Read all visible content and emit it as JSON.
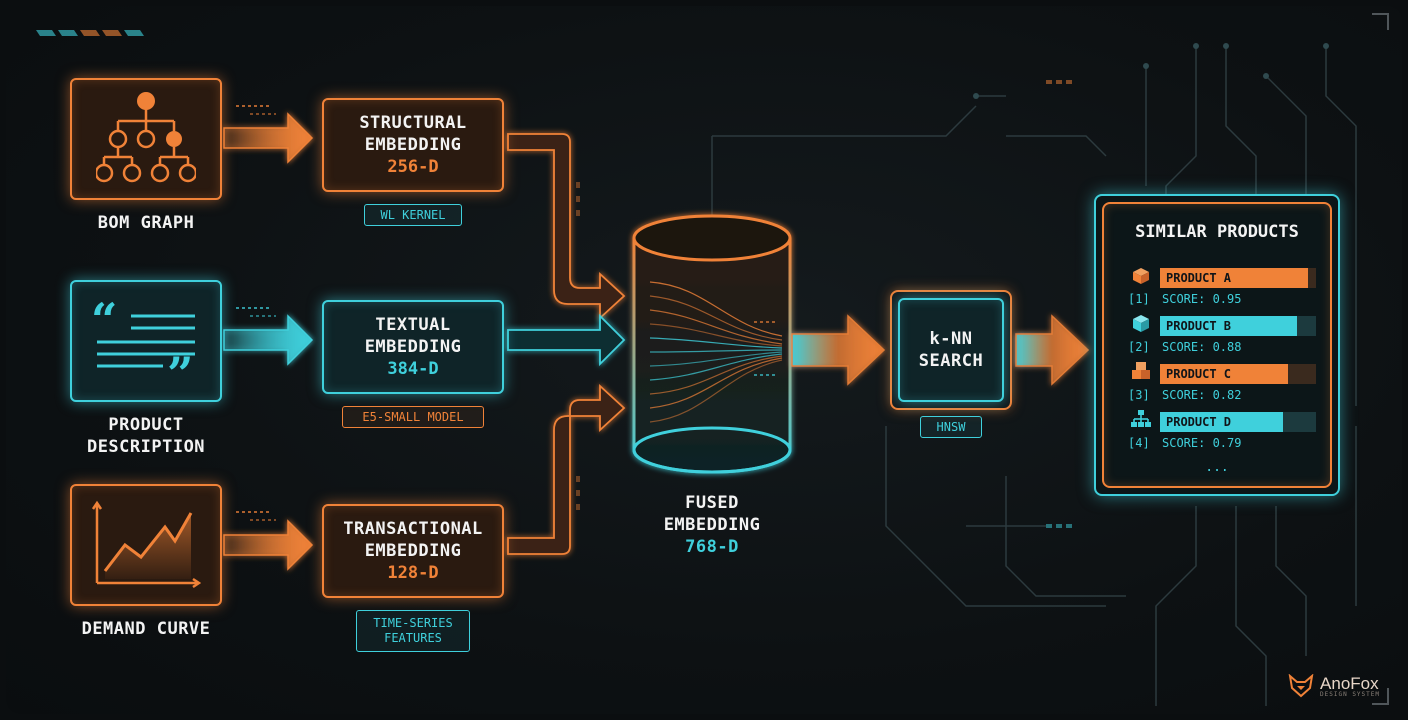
{
  "inputs": {
    "bom": {
      "label": "BOM GRAPH",
      "icon": "tree-hierarchy-icon"
    },
    "description": {
      "label": "PRODUCT DESCRIPTION",
      "icon": "quote-text-icon"
    },
    "demand": {
      "label": "DEMAND CURVE",
      "icon": "line-chart-icon"
    }
  },
  "embeddings": {
    "structural": {
      "title_line1": "STRUCTURAL",
      "title_line2": "EMBEDDING",
      "dim": "256-D",
      "tag": "WL KERNEL"
    },
    "textual": {
      "title_line1": "TEXTUAL",
      "title_line2": "EMBEDDING",
      "dim": "384-D",
      "tag": "E5-SMALL MODEL"
    },
    "transactional": {
      "title_line1": "TRANSACTIONAL",
      "title_line2": "EMBEDDING",
      "dim": "128-D",
      "tag_line1": "TIME-SERIES",
      "tag_line2": "FEATURES"
    }
  },
  "fused": {
    "title_line1": "FUSED",
    "title_line2": "EMBEDDING",
    "dim": "768-D"
  },
  "knn": {
    "title_line1": "k-NN",
    "title_line2": "SEARCH",
    "tag": "HNSW"
  },
  "results": {
    "title": "SIMILAR PRODUCTS",
    "items": [
      {
        "index": "[1]",
        "name": "PRODUCT A",
        "score_text": "SCORE: 0.95",
        "score": 0.95,
        "color": "#f08238",
        "icon": "box-open-icon"
      },
      {
        "index": "[2]",
        "name": "PRODUCT B",
        "score_text": "SCORE: 0.88",
        "score": 0.88,
        "color": "#3fd0dc",
        "icon": "box-icon"
      },
      {
        "index": "[3]",
        "name": "PRODUCT C",
        "score_text": "SCORE: 0.82",
        "score": 0.82,
        "color": "#f08238",
        "icon": "boxes-icon"
      },
      {
        "index": "[4]",
        "name": "PRODUCT D",
        "score_text": "SCORE: 0.79",
        "score": 0.79,
        "color": "#3fd0dc",
        "icon": "hierarchy-icon"
      }
    ],
    "more": "..."
  },
  "logo": {
    "name": "AnoFox",
    "sub": "DESIGN SYSTEM"
  },
  "colors": {
    "orange": "#f08238",
    "cyan": "#3fd0dc",
    "background": "#0b0e10"
  }
}
